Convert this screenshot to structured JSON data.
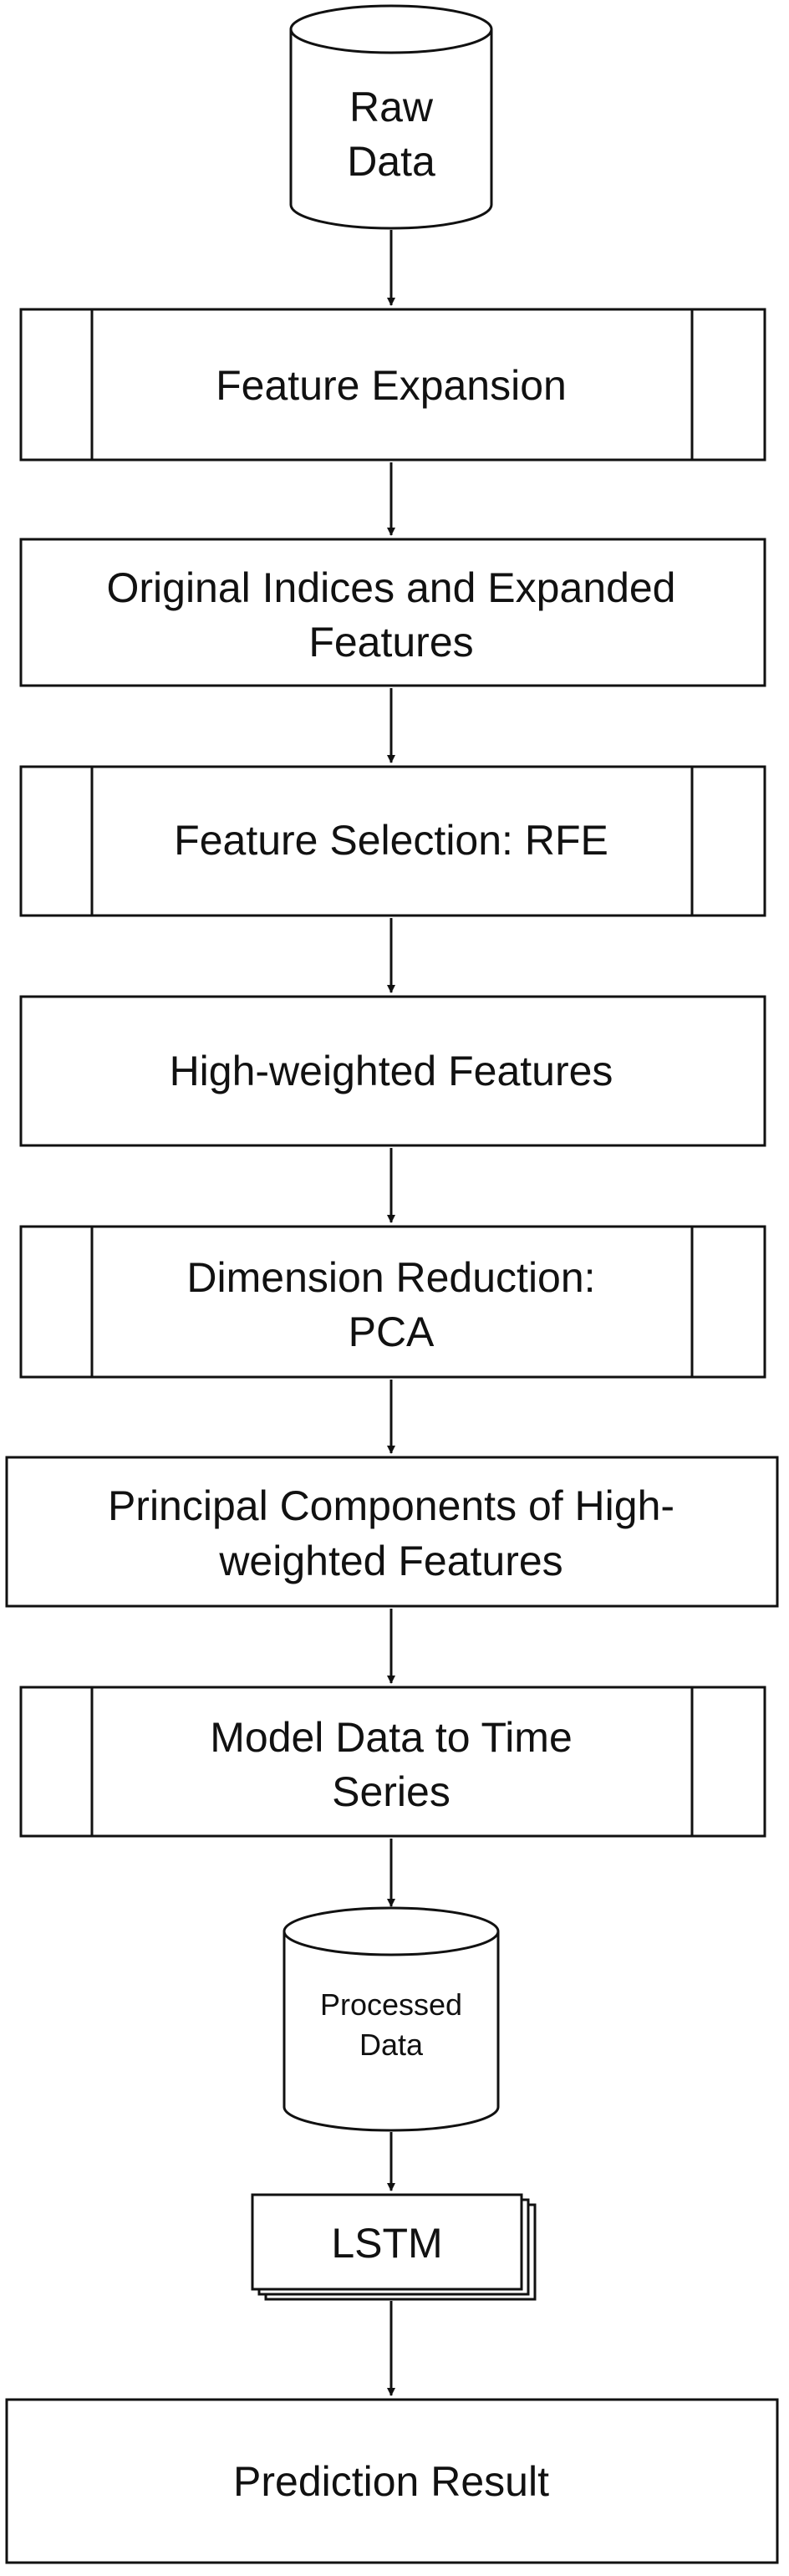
{
  "nodes": {
    "raw_data": {
      "line1": "Raw",
      "line2": "Data"
    },
    "feature_expansion": {
      "label": "Feature Expansion"
    },
    "original_indices": {
      "line1": "Original Indices and Expanded",
      "line2": "Features"
    },
    "feature_selection": {
      "label": "Feature Selection: RFE"
    },
    "high_weighted": {
      "label": "High-weighted Features"
    },
    "dimension_reduction": {
      "line1": "Dimension Reduction:",
      "line2": "PCA"
    },
    "principal_components": {
      "line1": "Principal Components of High-",
      "line2": "weighted Features"
    },
    "model_data": {
      "line1": "Model Data to Time",
      "line2": "Series"
    },
    "processed_data": {
      "line1": "Processed",
      "line2": "Data"
    },
    "lstm": {
      "label": "LSTM"
    },
    "prediction_result": {
      "label": "Prediction Result"
    }
  }
}
